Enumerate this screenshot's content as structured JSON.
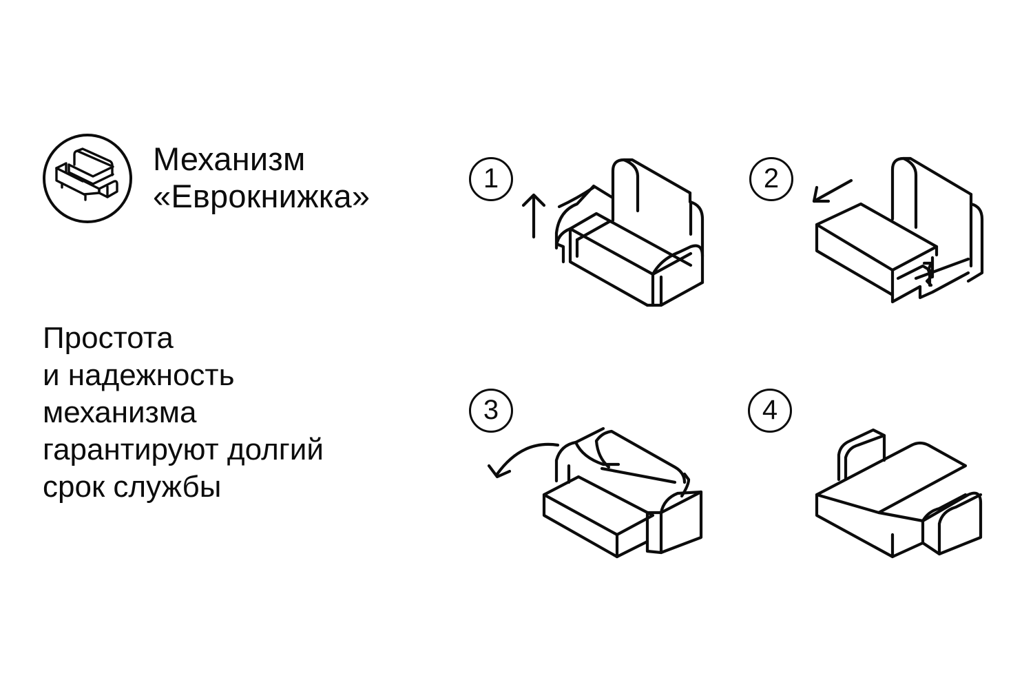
{
  "header": {
    "title_line1": "Механизм",
    "title_line2": "«Еврокнижка»",
    "logo_icon": "sofa-bed-circle-icon"
  },
  "description": {
    "lines": [
      "Простота",
      "и надежность",
      "механизма",
      "гарантируют долгий",
      "срок службы"
    ]
  },
  "steps": [
    {
      "number": "1",
      "icon": "sofa-folded-icon",
      "arrow_icon": "arrow-up-icon"
    },
    {
      "number": "2",
      "icon": "sofa-seat-pulled-out-icon",
      "arrow_icon": "arrow-diagonal-left-icon"
    },
    {
      "number": "3",
      "icon": "sofa-backrest-lowering-icon",
      "arrow_icon": "curved-arrow-left-icon"
    },
    {
      "number": "4",
      "icon": "sofa-unfolded-bed-icon"
    }
  ],
  "colors": {
    "ink": "#0c0c0c",
    "background": "#ffffff"
  }
}
